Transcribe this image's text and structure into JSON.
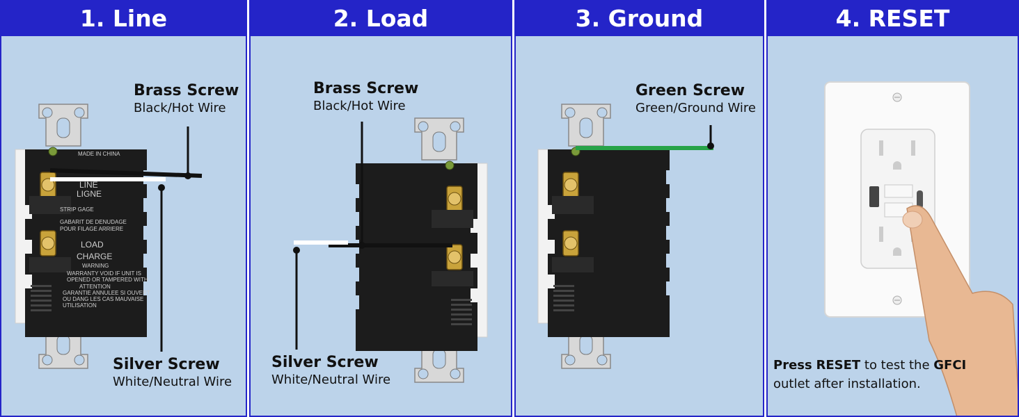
{
  "panels": [
    {
      "header": "1. Line",
      "top_label": {
        "title": "Brass Screw",
        "sub": "Black/Hot Wire"
      },
      "bottom_label": {
        "title": "Silver Screw",
        "sub": "White/Neutral Wire"
      }
    },
    {
      "header": "2. Load",
      "top_label": {
        "title": "Brass Screw",
        "sub": "Black/Hot Wire"
      },
      "bottom_label": {
        "title": "Silver Screw",
        "sub": "White/Neutral Wire"
      }
    },
    {
      "header": "3. Ground",
      "top_label": {
        "title": "Green Screw",
        "sub": "Green/Ground Wire"
      }
    },
    {
      "header": "4. RESET",
      "instruction": {
        "w1": "Press",
        "w2": "RESET",
        "w3": "to test the",
        "w4": "GFCI",
        "w5": "outlet after installation."
      }
    }
  ],
  "device_text": {
    "made_in": "MADE IN CHINA",
    "line": "LINE",
    "ligne": "LIGNE",
    "strip": "STRIP GAGE",
    "gabarit": "GABARIT DE DENUDAGE",
    "pour": "POUR FILAGE ARRIERE",
    "load": "LOAD",
    "charge": "CHARGE",
    "warning": "WARNING",
    "warranty1": "WARRANTY VOID IF UNIT IS",
    "warranty2": "OPENED OR TAMPERED WITH",
    "attention": "ATTENTION",
    "garantie": "GARANTIE ANNULEE SI OUVERT",
    "ou": "OU DANG LES CAS MAUVAISE",
    "util": "UTILISATION"
  },
  "colors": {
    "header": "#2424c8",
    "panel": "#bcd3ea",
    "ground_wire": "#27a348"
  },
  "icons": [
    "outlet-back-icon",
    "gfci-outlet-icon",
    "finger-icon"
  ]
}
